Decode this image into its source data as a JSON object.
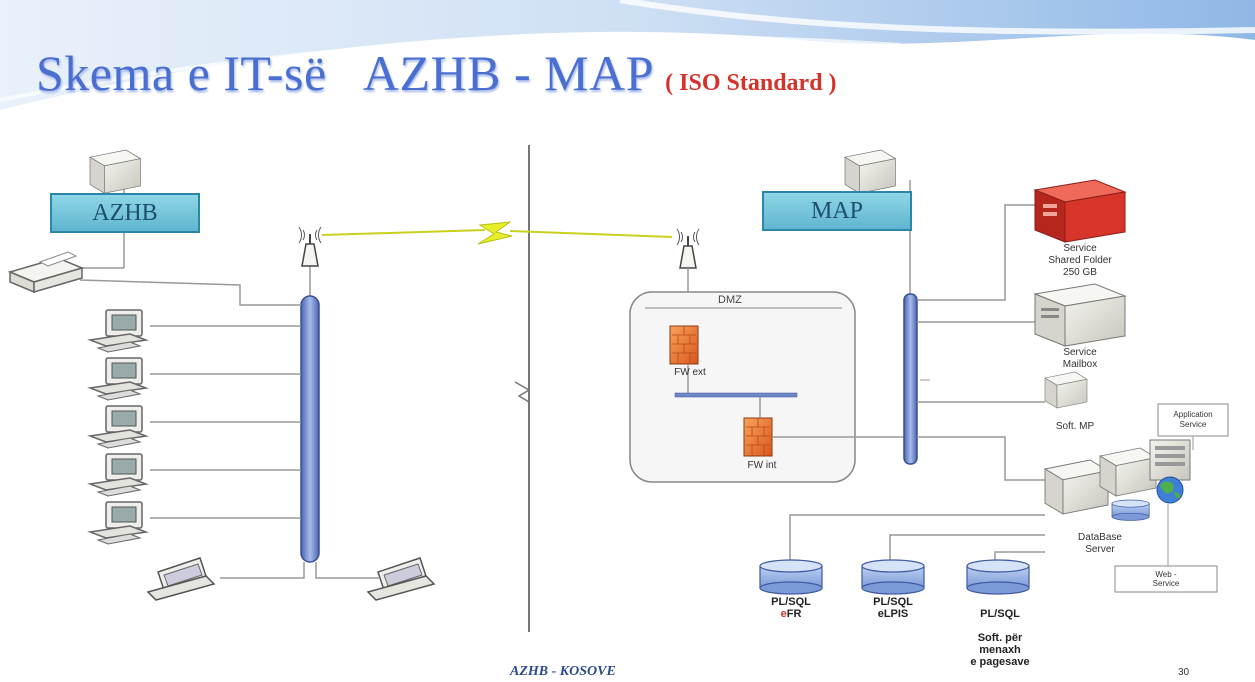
{
  "title": {
    "main": "Skema e IT-së   AZHB - MAP",
    "sub": "( ISO Standard )"
  },
  "left_site": {
    "label": "AZHB"
  },
  "right_site": {
    "label": "MAP",
    "dmz": "DMZ",
    "fw_ext": "FW ext",
    "fw_int": "FW int"
  },
  "servers": {
    "shared_folder": [
      "Service",
      "Shared Folder",
      "250 GB"
    ],
    "mailbox": [
      "Service",
      "Mailbox"
    ],
    "soft_mp": "Soft. MP",
    "application": [
      "Application",
      "Service"
    ],
    "database": [
      "DataBase",
      "Server"
    ],
    "web": [
      "Web -",
      "Service"
    ]
  },
  "databases": [
    {
      "line1": "PL/SQL",
      "prefix": "e",
      "rest": "FR"
    },
    {
      "line1": "PL/SQL",
      "prefix": "",
      "rest": "eLPIS"
    },
    {
      "line1": "PL/SQL",
      "prefix": "",
      "rest": "Soft. për\nmenaxh\ne pagesave"
    }
  ],
  "footer": "AZHB - KOSOVE",
  "page_number": "30",
  "colors": {
    "title": "#4a6fd0",
    "subtitle": "#d4322a",
    "box_fill": "#6fc3db",
    "bus": "#6f88c9",
    "firewall": "#f07a2e",
    "red_server": "#d8352a",
    "db": "#8fb0e6",
    "link": "#e8ef2a"
  },
  "icons": [
    "server-icon",
    "printer-icon",
    "desktop-icon",
    "laptop-icon",
    "antenna-icon",
    "firewall-icon",
    "database-icon",
    "globe-icon"
  ]
}
